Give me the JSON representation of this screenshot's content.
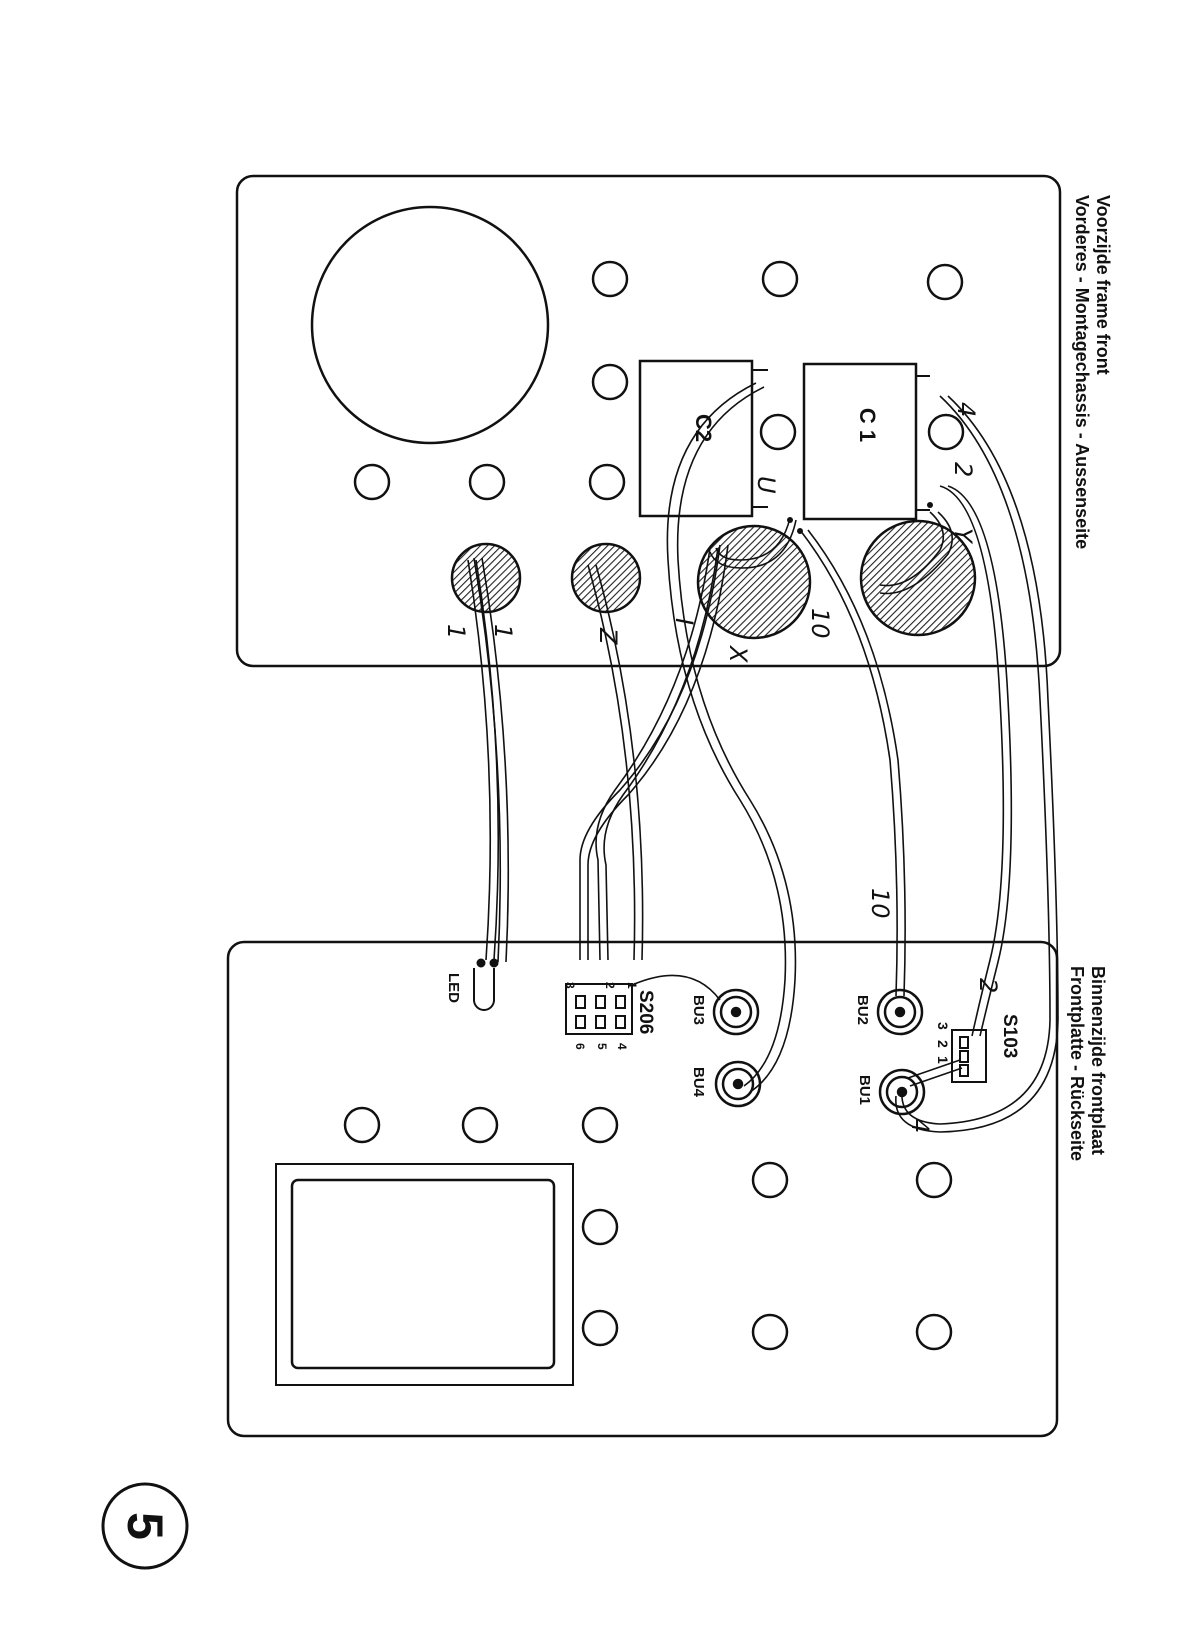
{
  "page_number": "5",
  "frame": {
    "heading_line1": "Voorzijde frame front",
    "heading_line2": "Vorderes - Montagechassis - Aussenseite"
  },
  "front_panel": {
    "heading_line1": "Binnenzijde frontplaat",
    "heading_line2": "Frontplatte - Rückseite"
  },
  "components": {
    "c1": "C 1",
    "c2": "C2",
    "s103": "S103",
    "s206": "S206",
    "bu1": "BU1",
    "bu2": "BU2",
    "bu3": "BU3",
    "bu4": "BU4",
    "led": "LED"
  },
  "wire_labels": {
    "w4_top": "4",
    "w2_top": "2",
    "wY": "Y",
    "wU": "U",
    "wX": "X",
    "wI": "I",
    "wZ": "Z",
    "w10_top": "10",
    "w10_mid": "10",
    "w1_a": "1",
    "w1_b": "1",
    "w2_bottom": "2",
    "w4_bottom": "4"
  },
  "switch_pins": {
    "s103": [
      "3",
      "2",
      "1"
    ],
    "s206_left": [
      "3",
      "2",
      "1"
    ],
    "s206_right": [
      "6",
      "5",
      "4"
    ]
  }
}
